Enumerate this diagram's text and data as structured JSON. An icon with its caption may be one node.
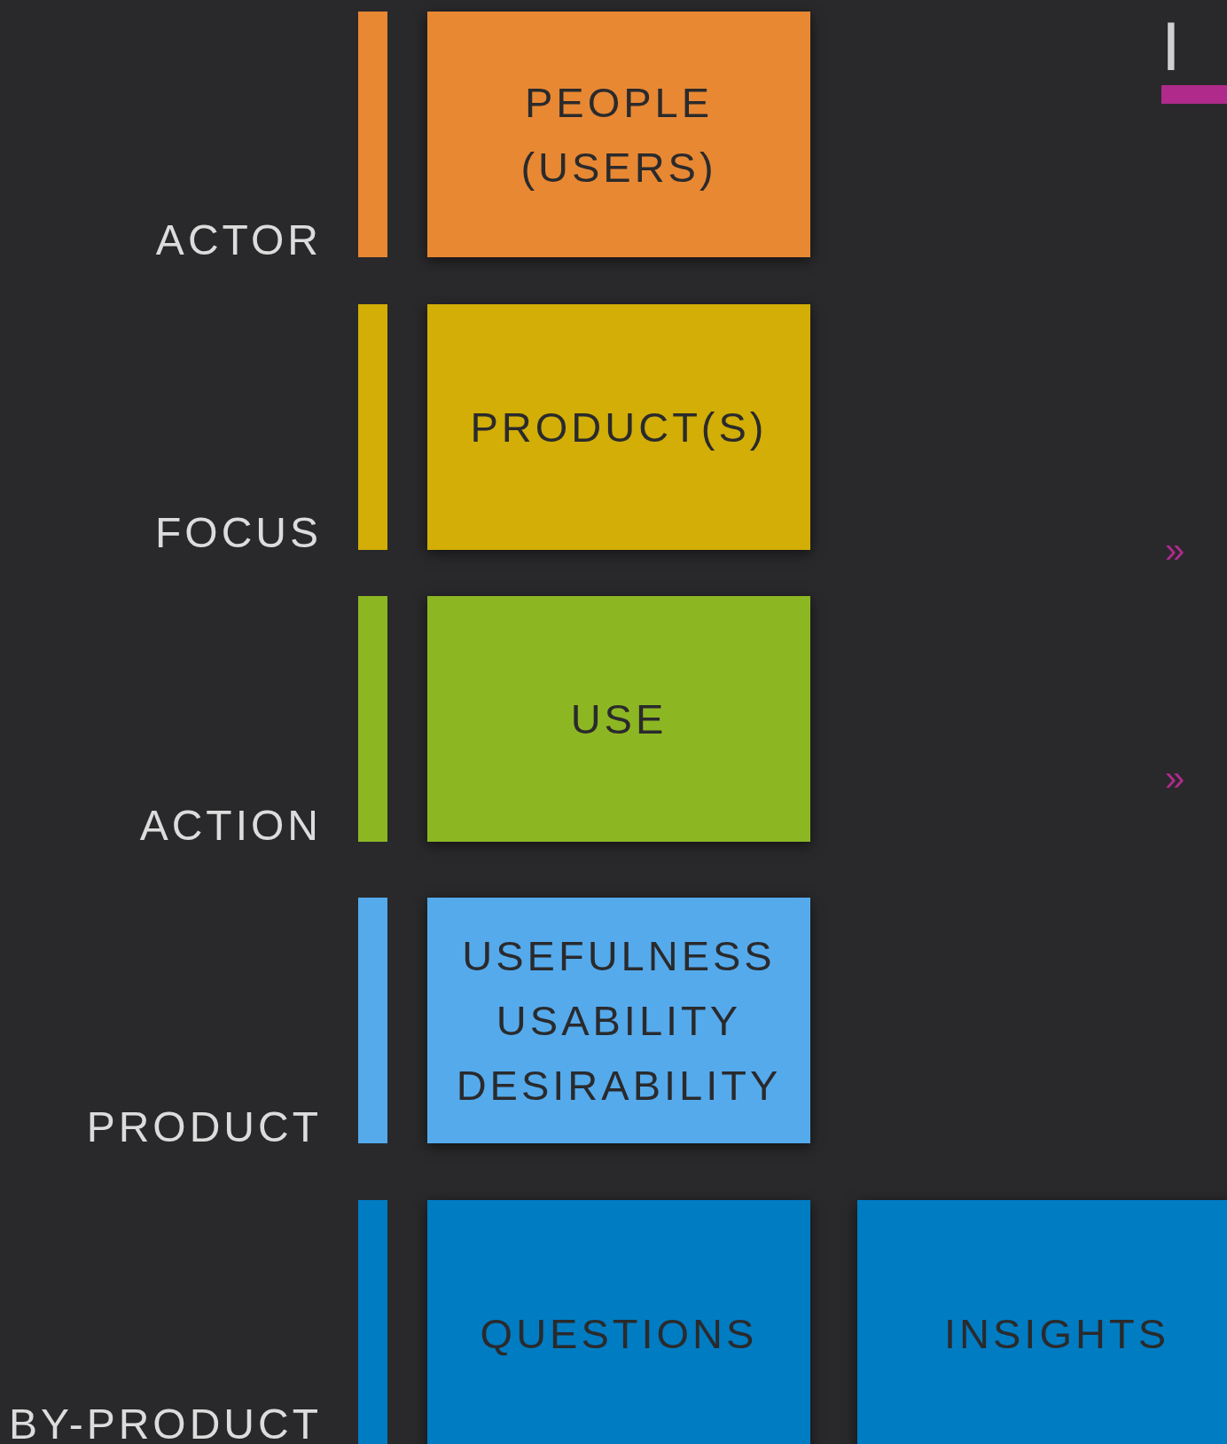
{
  "diagram": {
    "nodes": [
      {
        "text": [
          "PEOPLE (USERS)"
        ]
      },
      {
        "text": [
          "PRODUCT(S)"
        ]
      },
      {
        "text": [
          "USE"
        ]
      },
      {
        "text": [
          "USEFULNESS",
          "USABILITY",
          "DESIRABILITY"
        ]
      },
      {
        "text": [
          "QUESTIONS"
        ]
      },
      {
        "text": [
          "INSIGHTS"
        ]
      }
    ],
    "labels": [
      "I",
      "ACTOR",
      "FOCUS",
      "»",
      "ACTION",
      "»",
      "PRODUCT",
      "BY-PRODUCT"
    ]
  }
}
